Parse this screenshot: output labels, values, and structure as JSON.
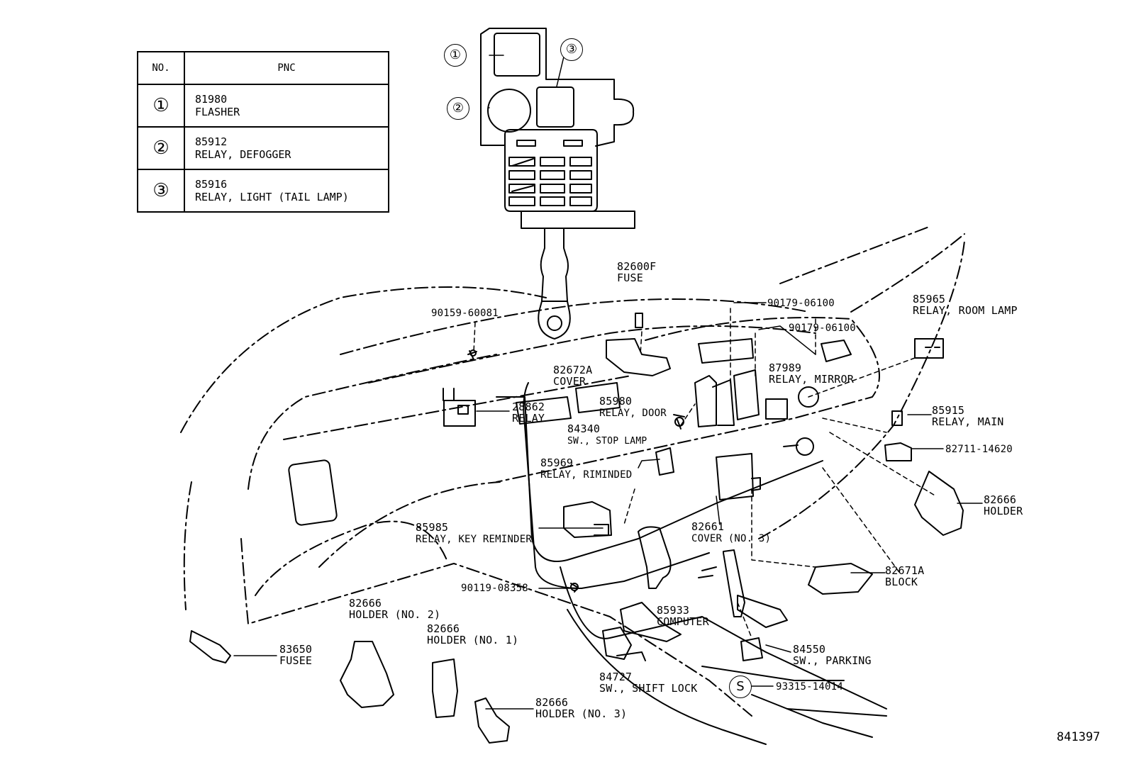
{
  "table": {
    "header_no": "NO.",
    "header_pnc": "PNC",
    "rows": [
      {
        "no": "①",
        "code": "81980",
        "name": "FLASHER"
      },
      {
        "no": "②",
        "code": "85912",
        "name": "RELAY, DEFOGGER"
      },
      {
        "no": "③",
        "code": "85916",
        "name": "RELAY, LIGHT (TAIL LAMP)"
      }
    ]
  },
  "callouts": {
    "c1": "①",
    "c2": "②",
    "c3": "③",
    "s": "S"
  },
  "labels": {
    "p82600f": "82600F",
    "p82600f_name": "FUSE",
    "p90159": "90159-60081",
    "p90179a": "90179-06100",
    "p90179b": "90179-06100",
    "p85965": "85965",
    "p85965_name": "RELAY, ROOM LAMP",
    "p82672a": "82672A",
    "p82672a_name": "COVER",
    "p87989": "87989",
    "p87989_name": "RELAY, MIRROR",
    "p28862": "28862",
    "p28862_name": "RELAY",
    "p85980": "85980",
    "p85980_name": "RELAY, DOOR",
    "p84340": "84340",
    "p84340_name": "SW., STOP LAMP",
    "p85915": "85915",
    "p85915_name": "RELAY, MAIN",
    "p82711": "82711-14620",
    "p85969": "85969",
    "p85969_name": "RELAY, RIMINDED",
    "p82666h": "82666",
    "p82666h_name": "HOLDER",
    "p82661": "82661",
    "p82661_name": "COVER (NO. 3)",
    "p85985": "85985",
    "p85985_name": "RELAY, KEY REMINDER",
    "p82671a": "82671A",
    "p82671a_name": "BLOCK",
    "p90119": "90119-08358",
    "p85933": "85933",
    "p85933_name": "COMPUTER",
    "p82666n2": "82666",
    "p82666n2_name": "HOLDER (NO. 2)",
    "p82666n1": "82666",
    "p82666n1_name": "HOLDER (NO. 1)",
    "p83650": "83650",
    "p83650_name": "FUSEE",
    "p84550": "84550",
    "p84550_name": "SW., PARKING",
    "p84727": "84727",
    "p84727_name": "SW., SHIFT LOCK",
    "p93315": "93315-14014",
    "p82666n3": "82666",
    "p82666n3_name": "HOLDER (NO. 3)"
  },
  "figure_number": "841397"
}
